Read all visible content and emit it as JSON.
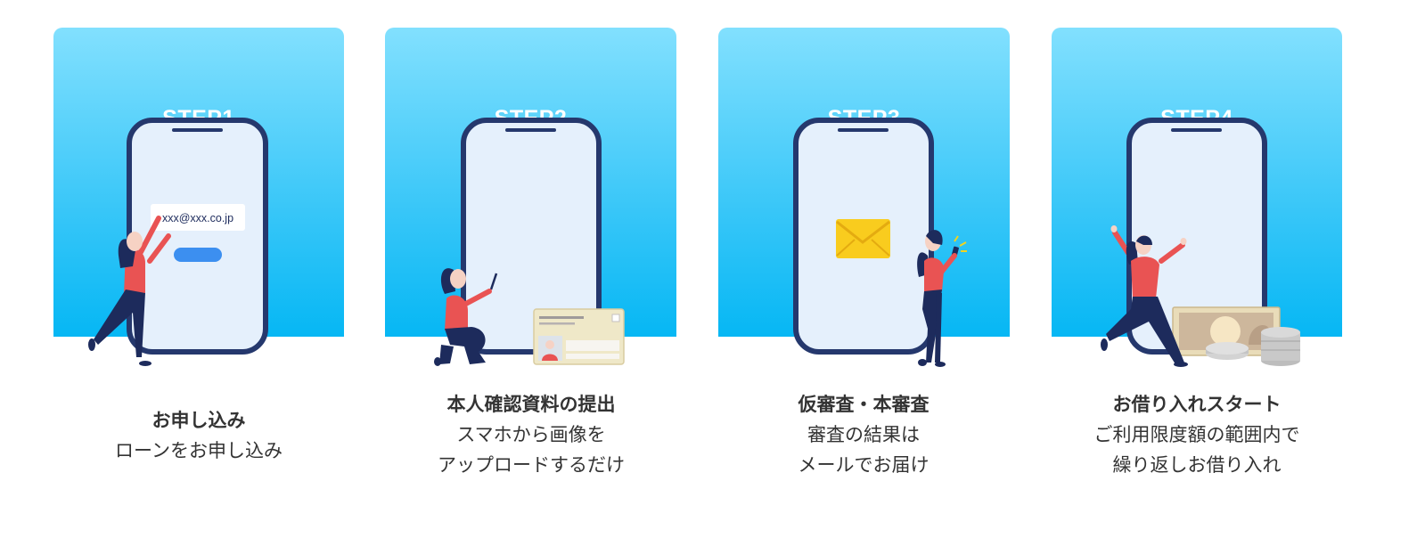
{
  "steps": [
    {
      "label": "STEP1",
      "title": "お申し込み",
      "lines": [
        "ローンをお申し込み"
      ],
      "email_text": "xxx@xxx.co.jp"
    },
    {
      "label": "STEP2",
      "title": "本人確認資料の提出",
      "lines": [
        "スマホから画像を",
        "アップロードするだけ"
      ]
    },
    {
      "label": "STEP3",
      "title": "仮審査・本審査",
      "lines": [
        "審査の結果は",
        "メールでお届け"
      ]
    },
    {
      "label": "STEP4",
      "title": "お借り入れスタート",
      "lines": [
        "ご利用限度額の範囲内で",
        "繰り返しお借り入れ"
      ]
    }
  ],
  "colors": {
    "card_top": "#82e0fe",
    "card_bottom": "#06b7f4",
    "phone_frame": "#25386d",
    "phone_screen": "#e5f0fc",
    "shirt": "#e95353",
    "pants": "#1d2b5c",
    "text": "#333333"
  }
}
